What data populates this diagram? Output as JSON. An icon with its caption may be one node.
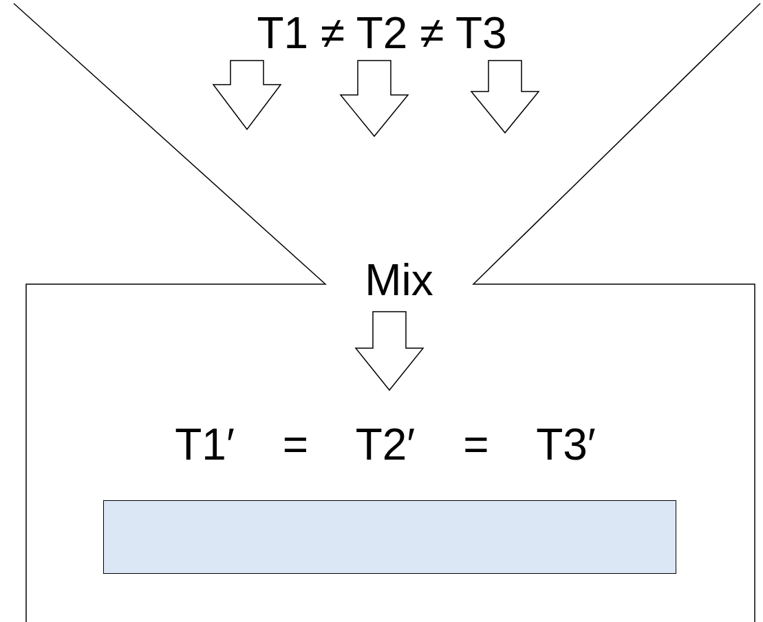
{
  "diagram": {
    "nodes": [
      {
        "text": [
          "T1 ≠ T2 ≠ T3"
        ]
      },
      {
        "text": [
          "Mix"
        ]
      },
      {
        "text": [
          "T1′ = T2′ = T3′"
        ]
      },
      {
        "text": [],
        "shape": "bar"
      }
    ],
    "edges": [
      {
        "from": 0,
        "to": null,
        "arrow": "to"
      },
      {
        "from": 0,
        "to": null,
        "arrow": "to"
      },
      {
        "from": 0,
        "to": null,
        "arrow": "to"
      },
      {
        "from": 1,
        "to": 2,
        "arrow": "to"
      }
    ]
  }
}
